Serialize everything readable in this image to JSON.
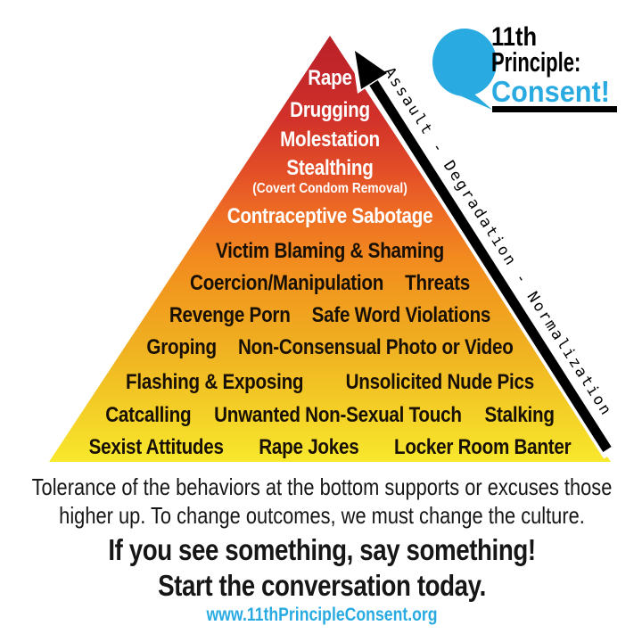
{
  "logo": {
    "line1": "11th",
    "line2": "Principle:",
    "line3": "Consent!"
  },
  "arrow": {
    "label": "Assault - Degradation - Normalization"
  },
  "pyramid": {
    "rows": [
      {
        "items": [
          "Rape"
        ]
      },
      {
        "items": [
          "Drugging"
        ]
      },
      {
        "items": [
          "Molestation"
        ]
      },
      {
        "items": [
          "Stealthing"
        ]
      },
      {
        "items": [
          "(Covert Condom Removal)"
        ]
      },
      {
        "items": [
          "Contraceptive Sabotage"
        ]
      },
      {
        "items": [
          "Victim Blaming & Shaming"
        ]
      },
      {
        "items": [
          "Coercion/Manipulation",
          "Threats"
        ]
      },
      {
        "items": [
          "Revenge Porn",
          "Safe Word Violations"
        ]
      },
      {
        "items": [
          "Groping",
          "Non-Consensual Photo or Video"
        ]
      },
      {
        "items": [
          "Flashing & Exposing",
          "Unsolicited Nude Pics"
        ]
      },
      {
        "items": [
          "Catcalling",
          "Unwanted Non-Sexual Touch",
          "Stalking"
        ]
      },
      {
        "items": [
          "Sexist Attitudes",
          "Rape Jokes",
          "Locker Room Banter"
        ]
      }
    ]
  },
  "caption": {
    "line1": "Tolerance of the behaviors at the bottom supports or excuses those",
    "line2": "higher up. To change outcomes, we must change the culture.",
    "bold1": "If you see something, say something!",
    "bold2": "Start the conversation today.",
    "url": "www.11thPrincipleConsent.org"
  },
  "colors": {
    "brand_blue": "#29abe2",
    "pyramid_top_red": "#b92127",
    "pyramid_mid_orange": "#f28a1f",
    "pyramid_bottom_yellow": "#f8e82c",
    "arrow_black": "#000000",
    "text_dark": "#161616"
  }
}
